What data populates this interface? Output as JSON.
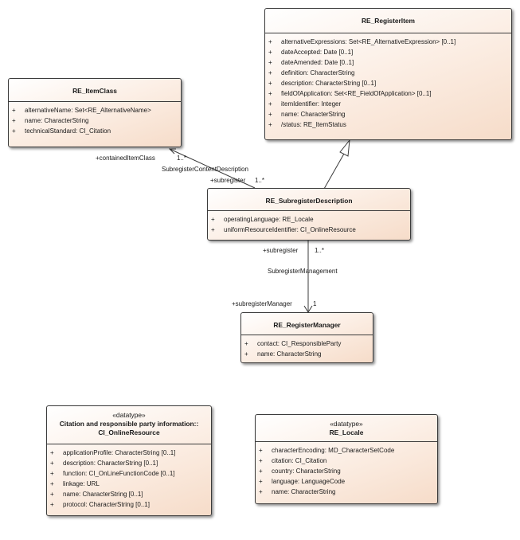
{
  "classes": {
    "register_item": {
      "name": "RE_RegisterItem",
      "attributes": [
        {
          "vis": "+",
          "text": "alternativeExpressions: Set<RE_AlternativeExpression> [0..1]"
        },
        {
          "vis": "+",
          "text": "dateAccepted: Date [0..1]"
        },
        {
          "vis": "+",
          "text": "dateAmended: Date [0..1]"
        },
        {
          "vis": "+",
          "text": "definition: CharacterString"
        },
        {
          "vis": "+",
          "text": "description: CharacterString [0..1]"
        },
        {
          "vis": "+",
          "text": "fieldOfApplication: Set<RE_FieldOfApplication> [0..1]"
        },
        {
          "vis": "+",
          "text": "itemIdentifier: Integer"
        },
        {
          "vis": "+",
          "text": "name: CharacterString"
        },
        {
          "vis": "+",
          "text": "/status: RE_ItemStatus"
        }
      ]
    },
    "item_class": {
      "name": "RE_ItemClass",
      "attributes": [
        {
          "vis": "+",
          "text": "alternativeName: Set<RE_AlternativeName>"
        },
        {
          "vis": "+",
          "text": "name: CharacterString"
        },
        {
          "vis": "+",
          "text": "technicalStandard: CI_Citation"
        }
      ]
    },
    "subregister_description": {
      "name": "RE_SubregisterDescription",
      "attributes": [
        {
          "vis": "+",
          "text": "operatingLanguage: RE_Locale"
        },
        {
          "vis": "+",
          "text": "uniformResourceIdentifier: CI_OnlineResource"
        }
      ]
    },
    "register_manager": {
      "name": "RE_RegisterManager",
      "attributes": [
        {
          "vis": "+",
          "text": "contact: CI_ResponsibleParty"
        },
        {
          "vis": "+",
          "text": "name: CharacterString"
        }
      ]
    },
    "online_resource": {
      "stereotype": "«datatype»",
      "name_line1": "Citation and responsible party information::",
      "name_line2": "CI_OnlineResource",
      "attributes": [
        {
          "vis": "+",
          "text": "applicationProfile: CharacterString [0..1]"
        },
        {
          "vis": "+",
          "text": "description: CharacterString [0..1]"
        },
        {
          "vis": "+",
          "text": "function: CI_OnLineFunctionCode [0..1]"
        },
        {
          "vis": "+",
          "text": "linkage: URL"
        },
        {
          "vis": "+",
          "text": "name: CharacterString [0..1]"
        },
        {
          "vis": "+",
          "text": "protocol: CharacterString [0..1]"
        }
      ]
    },
    "locale": {
      "stereotype": "«datatype»",
      "name": "RE_Locale",
      "attributes": [
        {
          "vis": "+",
          "text": "characterEncoding: MD_CharacterSetCode"
        },
        {
          "vis": "+",
          "text": "citation: CI_Citation"
        },
        {
          "vis": "+",
          "text": "country: CharacterString"
        },
        {
          "vis": "+",
          "text": "language: LanguageCode"
        },
        {
          "vis": "+",
          "text": "name: CharacterString"
        }
      ]
    }
  },
  "connectors": {
    "content_description": {
      "name": "SubregisterContentDescription",
      "end_a_role": "+containedItemClass",
      "end_a_mult": "1..*",
      "end_b_role": "+subregister",
      "end_b_mult": "1..*"
    },
    "management": {
      "name": "SubregisterManagement",
      "end_a_role": "+subregister",
      "end_a_mult": "1..*",
      "end_b_role": "+subregisterManager",
      "end_b_mult": "1"
    }
  },
  "colors": {
    "line": "#3b3b3b",
    "fill_light": "#ffffff",
    "fill_dark": "#f6dcc9"
  }
}
